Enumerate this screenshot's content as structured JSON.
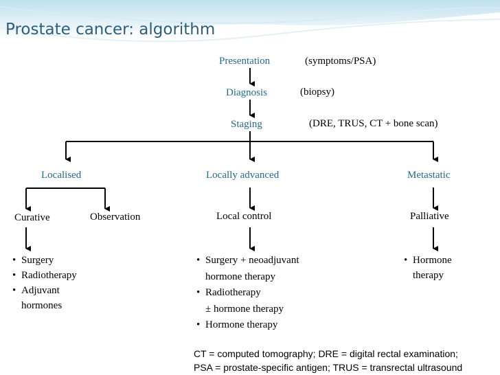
{
  "title": "Prostate cancer: algorithm",
  "top_flow": {
    "presentation": "Presentation",
    "presentation_note": "(symptoms/PSA)",
    "diagnosis": "Diagnosis",
    "diagnosis_note": "(biopsy)",
    "staging": "Staging",
    "staging_note": "(DRE, TRUS, CT + bone scan)"
  },
  "branches": {
    "localised": {
      "label": "Localised",
      "options": [
        "Curative",
        "Observation"
      ],
      "bullets": [
        "Surgery",
        "Radiotherapy",
        "Adjuvant",
        "hormones"
      ]
    },
    "locally_advanced": {
      "label": "Locally advanced",
      "option": "Local control",
      "bullets": [
        "Surgery + neoadjuvant",
        "hormone therapy",
        "Radiotherapy",
        "± hormone therapy",
        "Hormone therapy"
      ]
    },
    "metastatic": {
      "label": "Metastatic",
      "option": "Palliative",
      "bullets": [
        "Hormone",
        "therapy"
      ]
    }
  },
  "footnote": [
    "CT = computed tomography; DRE = digital rectal examination;",
    "PSA = prostate-specific antigen; TRUS = transrectal ultrasound"
  ],
  "colors": {
    "title": "#2a5f80",
    "node_label": "#1f6b8f",
    "header_band": "#cfe6ef"
  }
}
